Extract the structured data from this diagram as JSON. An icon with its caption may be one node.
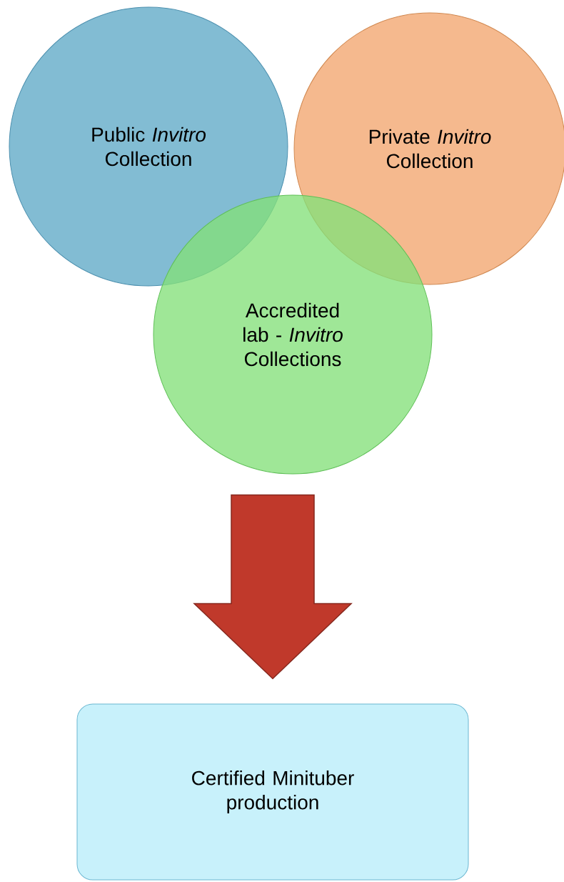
{
  "diagram": {
    "nodes": [
      {
        "text": [
          "Public *Invitro* Collection"
        ]
      },
      {
        "text": [
          "Private *Invitro* Collection"
        ]
      },
      {
        "text": [
          "Accredited lab - *Invitro* Collections"
        ]
      },
      {
        "text": [
          "Certified Minituber production"
        ]
      }
    ],
    "edges": [
      {
        "from": 2,
        "to": 3,
        "arrow": "to",
        "style": "thick",
        "color": "#c0392b"
      }
    ]
  }
}
